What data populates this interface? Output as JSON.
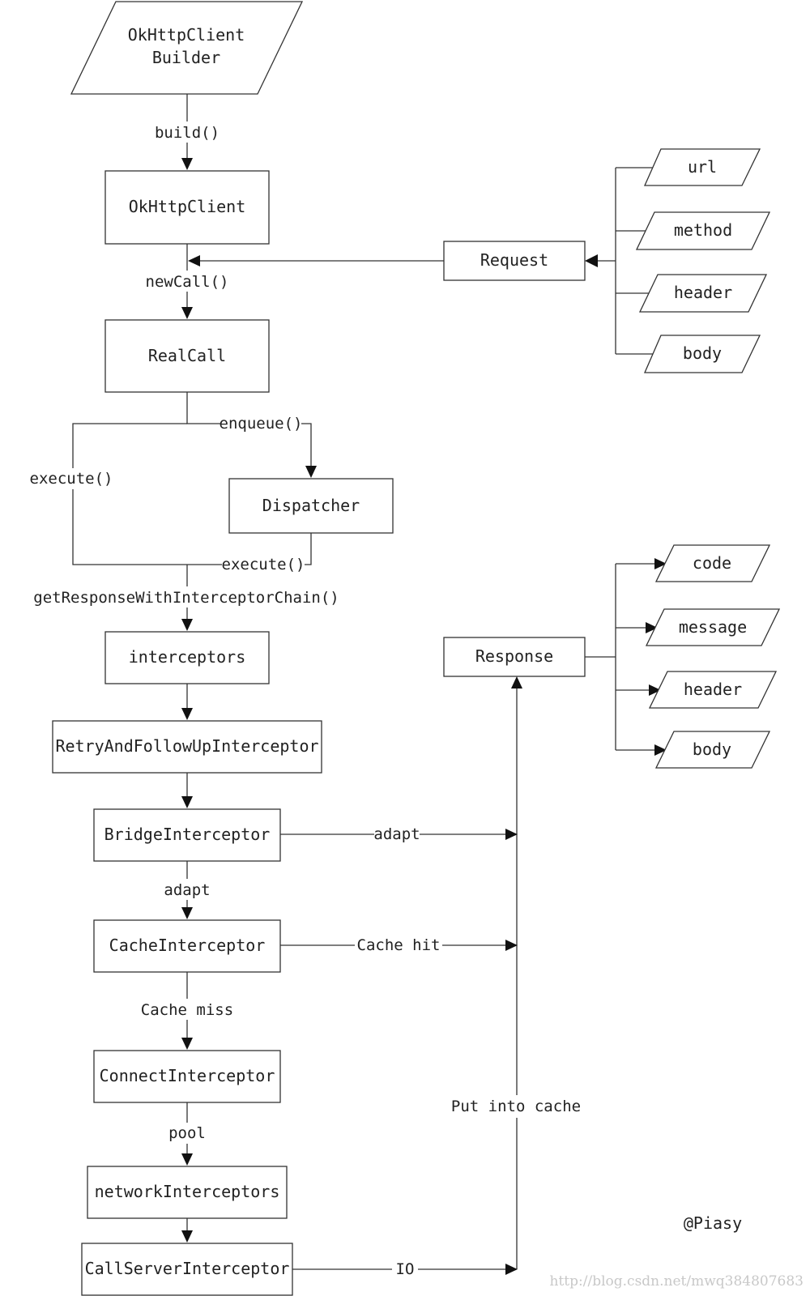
{
  "nodes": {
    "builder": {
      "lines": [
        "OkHttpClient",
        "Builder"
      ]
    },
    "client": {
      "label": "OkHttpClient"
    },
    "realcall": {
      "label": "RealCall"
    },
    "dispatcher": {
      "label": "Dispatcher"
    },
    "interceptors": {
      "label": "interceptors"
    },
    "retry": {
      "label": "RetryAndFollowUpInterceptor"
    },
    "bridge": {
      "label": "BridgeInterceptor"
    },
    "cache": {
      "label": "CacheInterceptor"
    },
    "connect": {
      "label": "ConnectInterceptor"
    },
    "network": {
      "label": "networkInterceptors"
    },
    "callserver": {
      "label": "CallServerInterceptor"
    },
    "request": {
      "label": "Request"
    },
    "response": {
      "label": "Response"
    }
  },
  "request_fields": [
    "url",
    "method",
    "header",
    "body"
  ],
  "response_fields": [
    "code",
    "message",
    "header",
    "body"
  ],
  "edges": {
    "build": "build()",
    "newcall": "newCall()",
    "enqueue": "enqueue()",
    "execute_left": "execute()",
    "execute_dispatcher": "execute()",
    "get_response": "getResponseWithInterceptorChain()",
    "adapt_right": "adapt",
    "adapt_down": "adapt",
    "cache_hit": "Cache hit",
    "cache_miss": "Cache miss",
    "pool": "pool",
    "io": "IO",
    "put_into_cache": "Put into cache"
  },
  "author": "@Piasy",
  "watermark": "http://blog.csdn.net/mwq384807683"
}
